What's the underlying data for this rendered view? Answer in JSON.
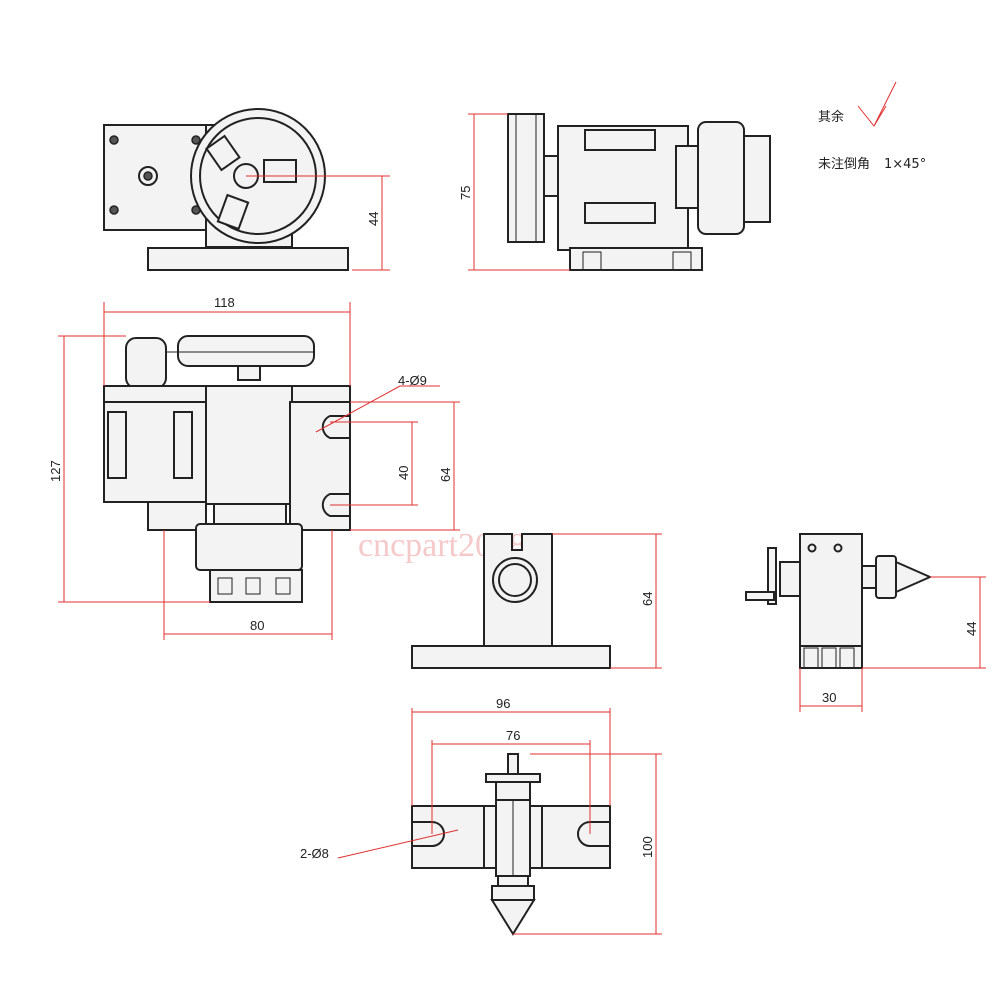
{
  "dimensions": {
    "front_height_44": "44",
    "side_height_75": "75",
    "top_width_118": "118",
    "top_height_127": "127",
    "top_slot_4x9": "4-Ø9",
    "top_slot_pitch_40": "40",
    "top_depth_64": "64",
    "top_base_80": "80",
    "tailstock_front_64": "64",
    "tailstock_base_96": "96",
    "tailstock_slots_76": "76",
    "tailstock_length_100": "100",
    "tailstock_slot_2x8": "2-Ø8",
    "tailstock_center_44": "44",
    "tailstock_width_30": "30"
  },
  "notes": {
    "surface_finish_label": "其余",
    "chamfer_label": "未注倒角",
    "chamfer_value": "1×45°"
  },
  "watermark": "cncpart2018",
  "colors": {
    "dimension_line": "#e03030",
    "part_outline": "#222222"
  }
}
